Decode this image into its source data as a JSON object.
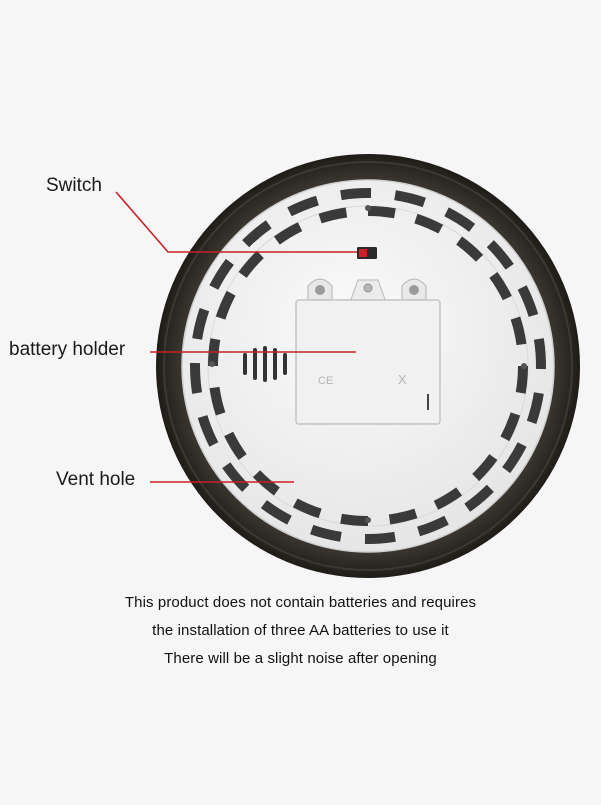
{
  "labels": {
    "switch": "Switch",
    "battery_holder": "battery holder",
    "vent_hole": "Vent hole"
  },
  "caption": [
    "This product does not contain batteries and requires",
    "the installation of three AA batteries to use it",
    "There will be a slight noise after opening"
  ],
  "cover_marks": {
    "left_symbol": "CE",
    "right_symbol": "X"
  },
  "colors": {
    "background": "#f6f6f6",
    "tire": "#2b2823",
    "plate": "#f3f3f3",
    "vent": "#3a3a3a",
    "leader_line": "#c62026",
    "switch_red": "#d11f26"
  }
}
